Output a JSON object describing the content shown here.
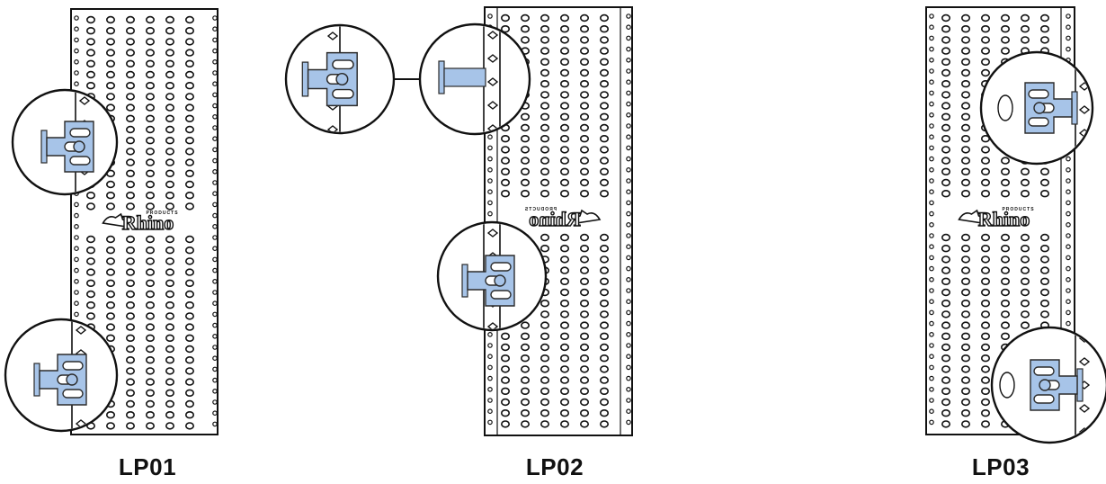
{
  "panels": [
    {
      "id": "lp01",
      "label": "LP01",
      "logo": "Rhino",
      "logo_small": "PRODUCTS",
      "mirrored": false,
      "clip_side": "left",
      "callouts": [
        "top",
        "bottom"
      ]
    },
    {
      "id": "lp02",
      "label": "LP02",
      "logo": "Rhino",
      "logo_small": "PRODUCTS",
      "mirrored": true,
      "clip_side": "left",
      "callouts": [
        "exploded",
        "bottom"
      ]
    },
    {
      "id": "lp03",
      "label": "LP03",
      "logo": "Rhino",
      "logo_small": "PRODUCTS",
      "mirrored": false,
      "clip_side": "right",
      "callouts": [
        "top",
        "bottom"
      ]
    }
  ],
  "colors": {
    "outline": "#111111",
    "bracket_fill": "#a7c4e8",
    "bracket_stroke": "#2b2b2b",
    "background": "#ffffff"
  },
  "icons": [
    "panel-hole-grid",
    "bracket-clip",
    "rhino-logo"
  ]
}
